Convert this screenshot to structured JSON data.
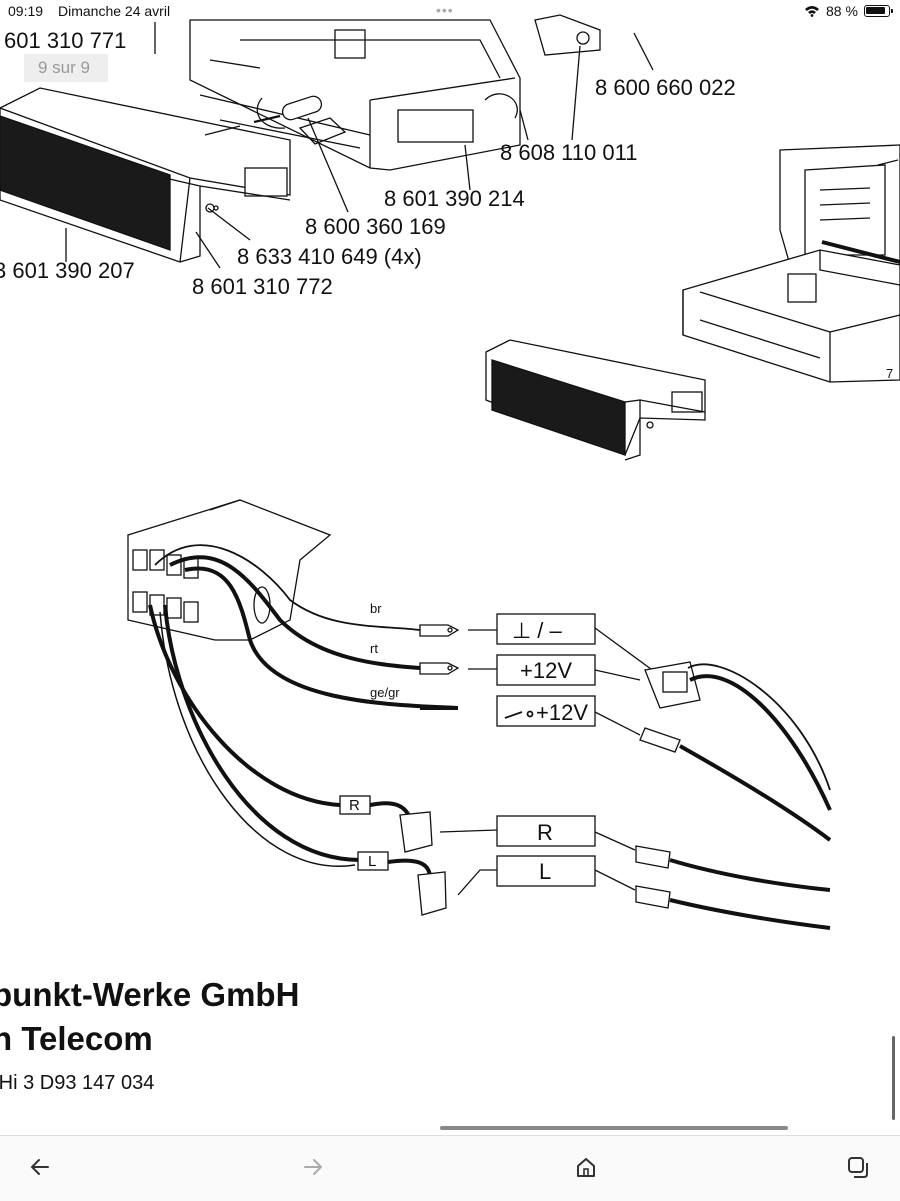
{
  "status_bar": {
    "time": "09:19",
    "date": "Dimanche 24 avril",
    "battery_percent": "88 %",
    "battery_level": 0.88,
    "menu_dots": "•••"
  },
  "viewer": {
    "page_indicator": "9 sur 9",
    "page_progress": 1.0
  },
  "diagram_top": {
    "part_numbers": {
      "p771": "601 310 771",
      "p022": "8 600 660 022",
      "p011": "8 608 110 011",
      "p214": "8 601 390 214",
      "p169": "8 600 360 169",
      "p649": "8 633 410 649 (4x)",
      "p207": "3 601 390 207",
      "p772": "8 601 310 772",
      "p7partial": "7"
    }
  },
  "wiring": {
    "wire_br": "br",
    "wire_rt": "rt",
    "wire_gegr": "ge/gr",
    "box_ground": "⊥ / –",
    "box_12v": "+12V",
    "box_switched": "+12V",
    "box_r": "R",
    "box_l": "L",
    "tag_r": "R",
    "tag_l": "L"
  },
  "footer": {
    "company": "punkt-Werke GmbH",
    "department": "n Telecom",
    "doc_number": "-Hi 3 D93 147 034"
  },
  "toolbar": {
    "back_icon": "arrow-left-icon",
    "forward_icon": "arrow-right-icon",
    "home_icon": "home-icon",
    "tabs_icon": "tabs-icon"
  },
  "colors": {
    "line": "#111111",
    "screen": "#1a1a1a",
    "badge_bg": "#eeeeee"
  }
}
